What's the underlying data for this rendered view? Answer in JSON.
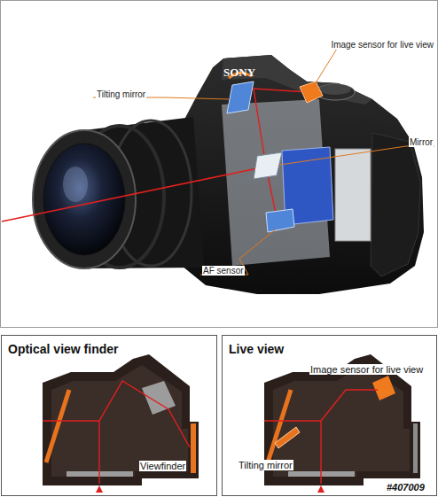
{
  "diagram": {
    "nodes": [
      {
        "text": [
          "Optical view finder"
        ]
      },
      {
        "text": [
          "Live view"
        ]
      }
    ],
    "labels": [
      "Image sensor for live view",
      "Tilting mirror",
      "SONY",
      "Mirror",
      "AF sensor",
      "Image sensor for live view",
      "Viewfinder",
      "Tilting mirror",
      "#407009"
    ]
  }
}
